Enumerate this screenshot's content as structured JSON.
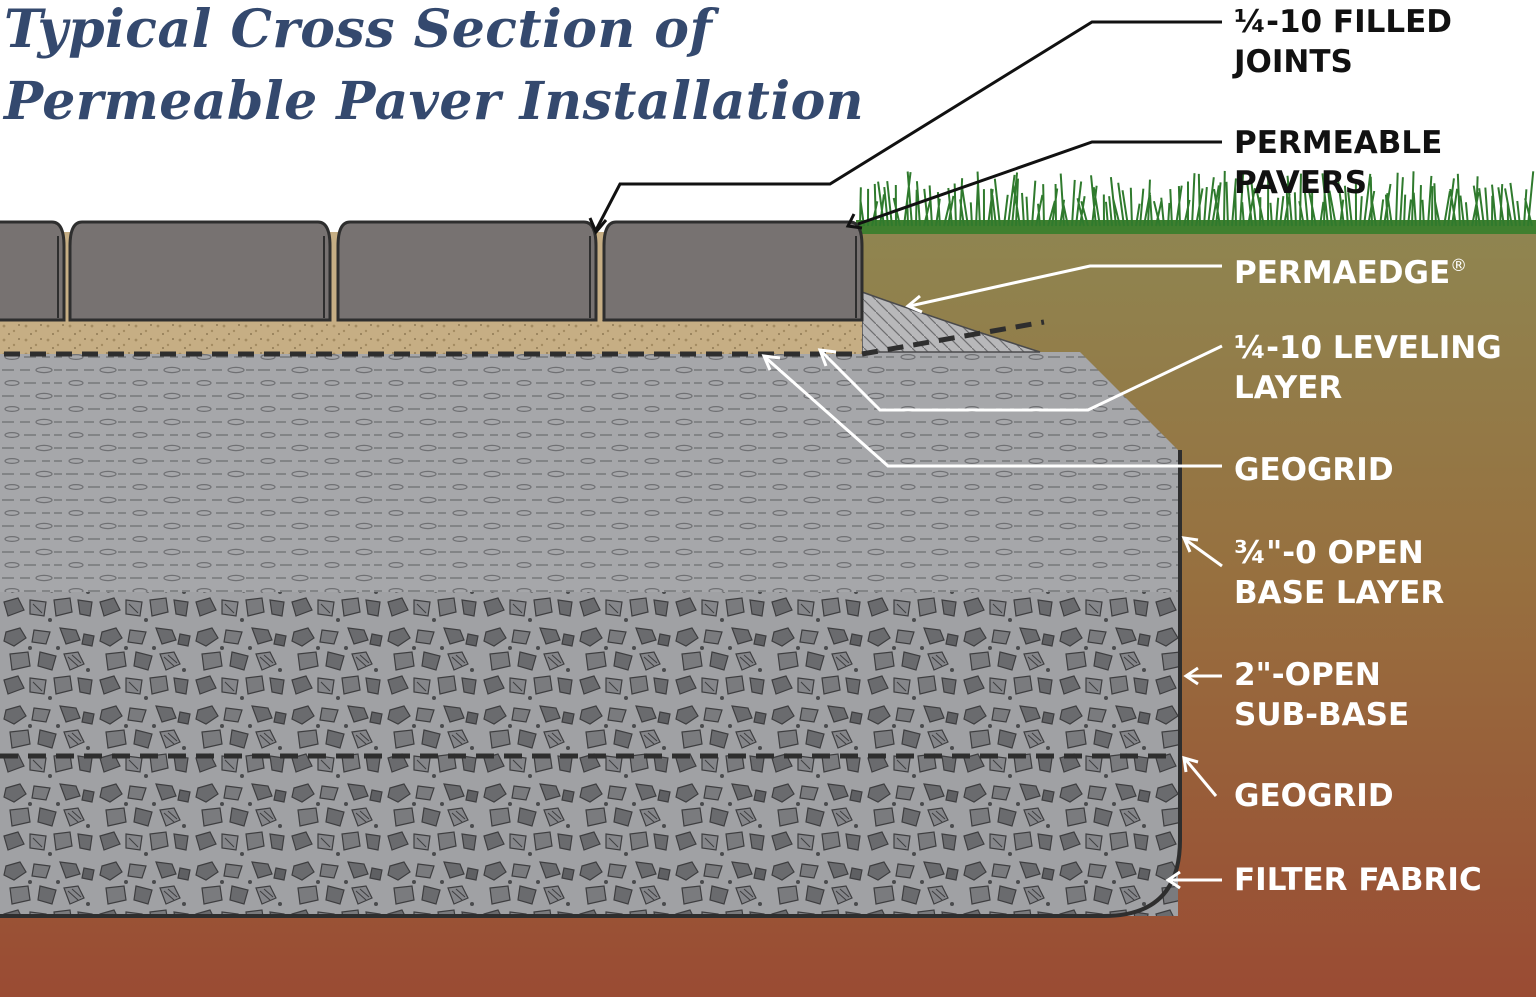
{
  "title": {
    "line1": "Typical Cross Section of",
    "line2": "Permeable Paver Installation"
  },
  "labels": {
    "filled_joints": {
      "line1": "¼-10 FILLED",
      "line2": "JOINTS"
    },
    "permeable_pavers": {
      "line1": "PERMEABLE",
      "line2": "PAVERS"
    },
    "permaedge": {
      "text": "PERMAEDGE",
      "mark": "®"
    },
    "leveling_layer": {
      "line1": "¼-10 LEVELING",
      "line2": "LAYER"
    },
    "geogrid_upper": {
      "text": "GEOGRID"
    },
    "open_base_layer": {
      "line1": "¾\"-0 OPEN",
      "line2": "BASE LAYER"
    },
    "open_sub_base": {
      "line1": "2\"-OPEN",
      "line2": "SUB-BASE"
    },
    "geogrid_lower": {
      "text": "GEOGRID"
    },
    "filter_fabric": {
      "text": "FILTER FABRIC"
    }
  },
  "colors": {
    "title": "#34496e",
    "soil_top": "#8f8550",
    "soil_bottom": "#9a4b33",
    "grass": "#2f7a2d",
    "paver": "#777271",
    "leveling_sand": "#c6ae84",
    "base_gravel": "#a6a7aa",
    "sub_base_stone": "#a0a1a4",
    "geogrid": "#2e2e2e",
    "leader_dark": "#111111",
    "leader_light": "#ffffff"
  }
}
